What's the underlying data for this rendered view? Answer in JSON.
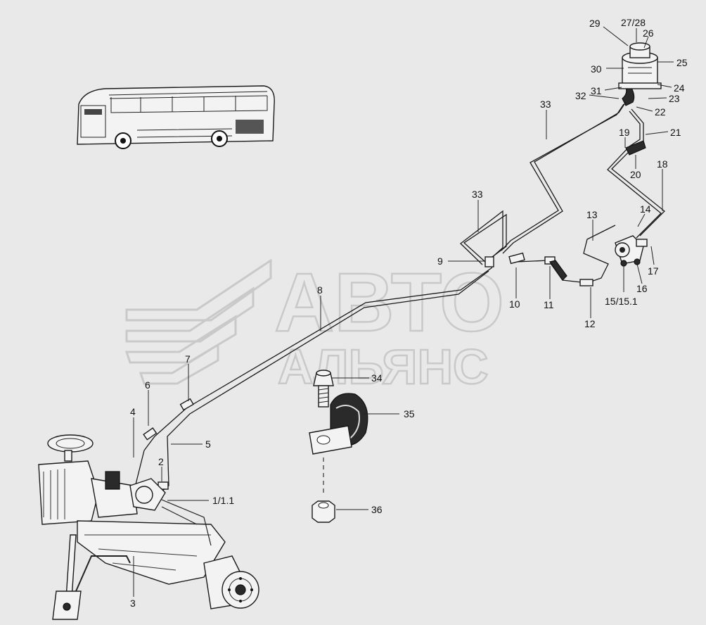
{
  "watermark": {
    "line1": "АВТО",
    "line2": "АЛЬЯНС"
  },
  "callouts": [
    "29",
    "27/28",
    "26",
    "25",
    "30",
    "24",
    "31",
    "32",
    "23",
    "22",
    "33",
    "21",
    "19",
    "20",
    "18",
    "33",
    "14",
    "13",
    "9",
    "17",
    "16",
    "15/15.1",
    "10",
    "11",
    "12",
    "8",
    "34",
    "7",
    "35",
    "6",
    "5",
    "4",
    "2",
    "1/1.1",
    "36",
    "3"
  ]
}
